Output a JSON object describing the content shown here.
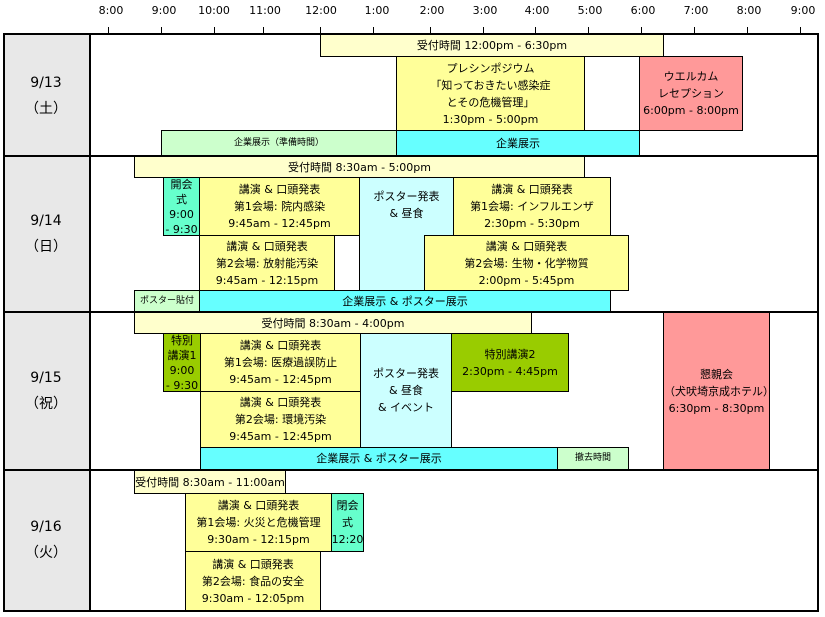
{
  "times": [
    "8:00",
    "9:00",
    "10:00",
    "11:00",
    "12:00",
    "1:00",
    "2:00",
    "3:00",
    "4:00",
    "5:00",
    "6:00",
    "7:00",
    "8:00",
    "9:00"
  ],
  "days": [
    {
      "date": "9/13",
      "dow": "（土）"
    },
    {
      "date": "9/14",
      "dow": "（日）"
    },
    {
      "date": "9/15",
      "dow": "（祝）"
    },
    {
      "date": "9/16",
      "dow": "（火）"
    }
  ],
  "d1": {
    "reception": "受付時間 12:00pm - 6:30pm",
    "presymp": [
      "プレシンポジウム",
      "「知っておきたい感染症",
      "とその危機管理」",
      "1:30pm - 5:00pm"
    ],
    "welcome": [
      "ウエルカム",
      "レセプション",
      "6:00pm - 8:00pm"
    ],
    "expo_prep": "企業展示（準備時間）",
    "expo": "企業展示"
  },
  "d2": {
    "reception": "受付時間 8:30am - 5:00pm",
    "opening": [
      "開会",
      "式",
      "9:00",
      "- 9:30"
    ],
    "hall1a": [
      "講演 & 口頭発表",
      "第1会場: 院内感染",
      "9:45am - 12:45pm"
    ],
    "poster": [
      "ポスター発表",
      "&  昼食"
    ],
    "hall1b": [
      "講演 & 口頭発表",
      "第1会場: インフルエンザ",
      "2:30pm - 5:30pm"
    ],
    "hall2a": [
      "講演 & 口頭発表",
      "第2会場: 放射能汚染",
      "9:45am - 12:15pm"
    ],
    "hall2b": [
      "講演 & 口頭発表",
      "第2会場: 生物・化学物質",
      "2:00pm - 5:45pm"
    ],
    "poster_setup": "ポスター貼付",
    "expo": "企業展示 & ポスター展示"
  },
  "d3": {
    "reception": "受付時間 8:30am - 4:00pm",
    "special1": [
      "特別",
      "講演1",
      "9:00",
      "- 9:30"
    ],
    "hall1": [
      "講演 & 口頭発表",
      "第1会場: 医療過誤防止",
      "9:45am - 12:45pm"
    ],
    "poster": [
      "ポスター発表",
      "&  昼食",
      "& イベント"
    ],
    "special2": [
      "特別講演2",
      "2:30pm - 4:45pm"
    ],
    "hall2": [
      "講演 & 口頭発表",
      "第2会場: 環境汚染",
      "9:45am - 12:45pm"
    ],
    "expo": "企業展示 & ポスター展示",
    "removal": "撤去時間",
    "banquet": [
      "懇親会",
      "（犬吠埼京成ホテル）",
      "6:30pm - 8:30pm"
    ]
  },
  "d4": {
    "reception": "受付時間 8:30am - 11:00am",
    "hall1": [
      "講演 & 口頭発表",
      "第1会場: 火災と危機管理",
      "9:30am - 12:15pm"
    ],
    "closing": [
      "閉会",
      "式",
      "12:20"
    ],
    "hall2": [
      "講演 & 口頭発表",
      "第2会場: 食品の安全",
      "9:30am - 12:05pm"
    ]
  }
}
